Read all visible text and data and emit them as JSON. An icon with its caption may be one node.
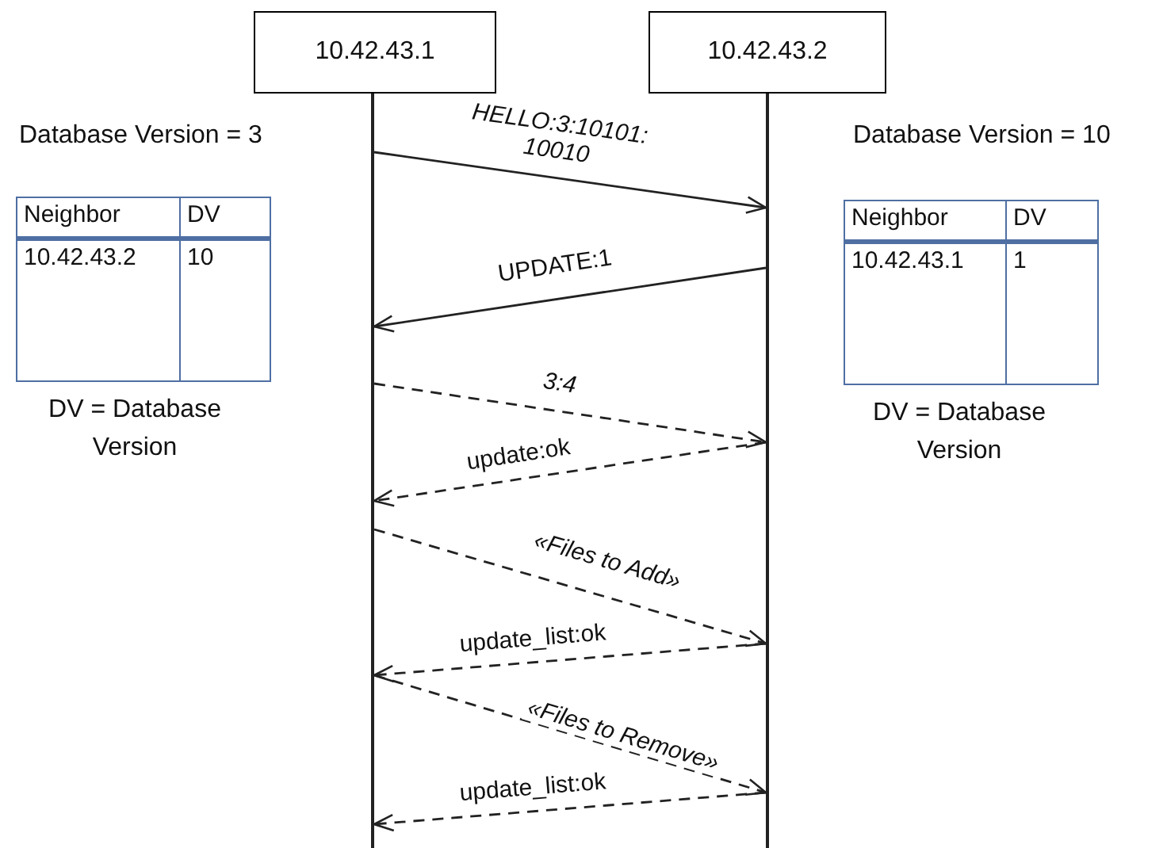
{
  "diagram": {
    "nodes": [
      {
        "text": [
          "10.42.43.1"
        ]
      },
      {
        "text": [
          "10.42.43.2"
        ]
      },
      {
        "text": [],
        "shape": "bar"
      },
      {
        "text": [],
        "shape": "bar"
      }
    ],
    "edges": [
      {
        "from": 2,
        "to": 3,
        "arrow": "to",
        "label": "HELLO:3:10101: 10010"
      },
      {
        "from": 3,
        "to": 2,
        "arrow": "to",
        "label": "UPDATE:1"
      },
      {
        "from": 2,
        "to": 3,
        "arrow": "to",
        "label": "3:4",
        "style": "dashed"
      },
      {
        "from": 3,
        "to": 2,
        "arrow": "to",
        "label": "update:ok",
        "style": "dashed"
      },
      {
        "from": 2,
        "to": 3,
        "arrow": "to",
        "label": "«Files to Add»",
        "style": "dashed"
      },
      {
        "from": 3,
        "to": 2,
        "arrow": "to",
        "label": "update_list:ok",
        "style": "dashed"
      },
      {
        "from": 2,
        "to": 3,
        "arrow": "to",
        "label": "«Files to Remove»",
        "style": "dashed"
      },
      {
        "from": 3,
        "to": 2,
        "arrow": "to",
        "label": "update_list:ok",
        "style": "dashed"
      }
    ],
    "labels": [
      "Database Version = 3",
      "Neighbor",
      "DV",
      "10.42.43.2",
      "10",
      "DV = Database Version",
      "Database Version = 10",
      "Neighbor",
      "DV",
      "10.42.43.1",
      "1",
      "DV = Database Version"
    ]
  }
}
